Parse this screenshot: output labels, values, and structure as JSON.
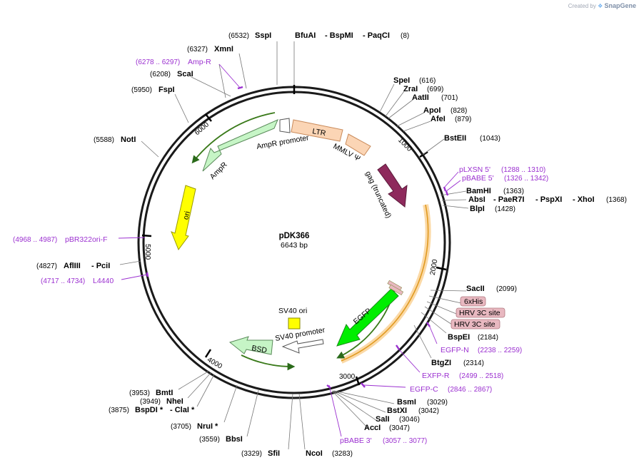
{
  "credit": {
    "created_by": "Created by",
    "brand": "SnapGene"
  },
  "plasmid": {
    "name": "pDK366",
    "size": "6643 bp",
    "length": 6643
  },
  "ticks": [
    "1000",
    "2000",
    "3000",
    "4000",
    "5000",
    "6000"
  ],
  "features": {
    "ltr": "LTR",
    "mmlv": "MMLV Ψ",
    "gag": "gag (truncated)",
    "amp_promoter": "AmpR promoter",
    "ampr": "AmpR",
    "ori": "ori",
    "egfp": "EGFP",
    "sv40_ori": "SV40 ori",
    "sv40_promoter": "SV40 promoter",
    "bsd": "BSD"
  },
  "sites": {
    "spei": "SpeI",
    "spei_pos": "(616)",
    "zrai": "ZraI",
    "zrai_pos": "(699)",
    "aatii": "AatII",
    "aatii_pos": "(701)",
    "apoi": "ApoI",
    "apoi_pos": "(828)",
    "afei": "AfeI",
    "afei_pos": "(879)",
    "bsteii": "BstEII",
    "bsteii_pos": "(1043)",
    "bamhi": "BamHI",
    "bamhi_pos": "(1363)",
    "absi": "AbsI",
    "paer7i": "- PaeR7I",
    "pspxi": "- PspXI",
    "xhoi": "- XhoI",
    "absi_pos": "(1368)",
    "blpi": "BlpI",
    "blpi_pos": "(1428)",
    "sacii": "SacII",
    "sacii_pos": "(2099)",
    "bspei": "BspEI",
    "bspei_pos": "(2184)",
    "btgzi": "BtgZI",
    "btgzi_pos": "(2314)",
    "bsmi": "BsmI",
    "bsmi_pos": "(3029)",
    "bstxi": "BstXI",
    "bstxi_pos": "(3042)",
    "sali": "SalI",
    "sali_pos": "(3046)",
    "acci": "AccI",
    "acci_pos": "(3047)",
    "ncoi": "NcoI",
    "ncoi_pos": "(3283)",
    "sfii": "SfiI",
    "sfii_pos": "(3329)",
    "bbsi": "BbsI",
    "bbsi_pos": "(3559)",
    "nrui": "NruI *",
    "nrui_pos": "(3705)",
    "bspdi": "BspDI *",
    "clai": "- ClaI *",
    "bspdi_pos": "(3875)",
    "nhei": "NheI",
    "nhei_pos": "(3949)",
    "bmti": "BmtI",
    "bmti_pos": "(3953)",
    "aflIII": "AflIII",
    "pcii": "- PciI",
    "aflIII_pos": "(4827)",
    "noti": "NotI",
    "noti_pos": "(5588)",
    "fspi": "FspI",
    "fspi_pos": "(5950)",
    "scai": "ScaI",
    "scai_pos": "(6208)",
    "xmni": "XmnI",
    "xmni_pos": "(6327)",
    "sspi": "SspI",
    "sspi_pos": "(6532)",
    "bfuai": "BfuAI",
    "bspmi": "- BspMI",
    "paqci": "- PaqCI",
    "bfuai_pos": "(8)"
  },
  "primers": {
    "plxsn": "pLXSN 5'",
    "plxsn_pos": "(1288 .. 1310)",
    "pbabe5": "pBABE 5'",
    "pbabe5_pos": "(1326 .. 1342)",
    "egfpn": "EGFP-N",
    "egfpn_pos": "(2238 .. 2259)",
    "egfpr": "EXFP-R",
    "egfpr_pos": "(2499 .. 2518)",
    "egfpc": "EGFP-C",
    "egfpc_pos": "(2846 .. 2867)",
    "pbabe3": "pBABE 3'",
    "pbabe3_pos": "(3057 .. 3077)",
    "l4440": "L4440",
    "l4440_pos": "(4717 .. 4734)",
    "pbr322": "pBR322ori-F",
    "pbr322_pos": "(4968 .. 4987)",
    "ampr": "Amp-R",
    "ampr_pos": "(6278 .. 6297)"
  },
  "tags": {
    "his": "6xHis",
    "hrv1": "HRV 3C site",
    "hrv2": "HRV 3C site"
  },
  "colors": {
    "ltr": "#fbd5b5",
    "gag": "#8e2a5c",
    "ampr": "#c6f5c6",
    "ori": "#ffff00",
    "egfp": "#00ee00",
    "sv40ori": "#ffff00",
    "bsd": "#c6f5c6",
    "orf": "#f5a623",
    "primer": "#9b30d0",
    "tag": "#e8b8c0"
  }
}
